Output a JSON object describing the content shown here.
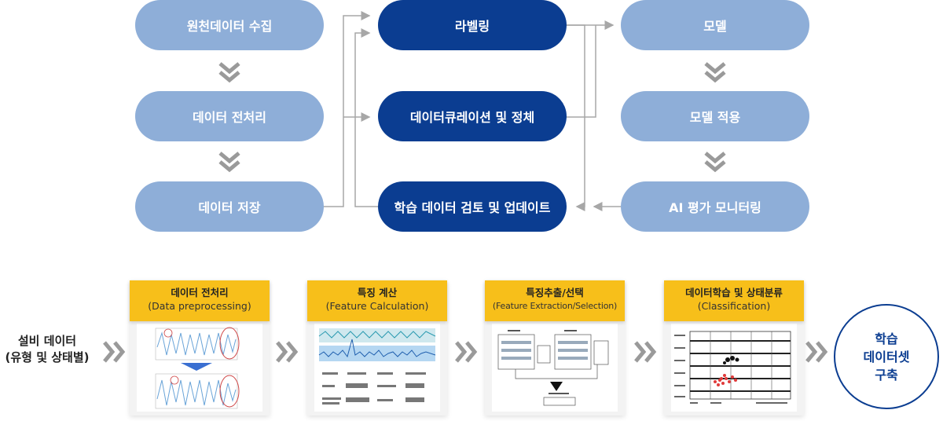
{
  "flow": {
    "col1": [
      "원천데이터 수집",
      "데이터 전처리",
      "데이터 저장"
    ],
    "col2": [
      "라벨링",
      "데이터큐레이션 및 정체",
      "학습 데이터 검토 및 업데이트"
    ],
    "col3": [
      "모델",
      "모델 적용",
      "AI 평가 모니터링"
    ]
  },
  "process": {
    "source_line1": "설비 데이터",
    "source_line2": "(유형 및 상태별)",
    "steps": [
      {
        "title": "데이터 전처리",
        "subtitle": "(Data preprocessing)"
      },
      {
        "title": "특징 계산",
        "subtitle": "(Feature Calculation)"
      },
      {
        "title": "특징추출/선택",
        "subtitle": "(Feature Extraction/Selection)"
      },
      {
        "title": "데이터학습 및 상태분류",
        "subtitle": "(Classification)"
      }
    ],
    "result_line1": "학습",
    "result_line2": "데이터셋",
    "result_line3": "구축"
  },
  "colors": {
    "light_pill": "#8eaed8",
    "dark_pill": "#0b3d91",
    "header": "#f7bf1a",
    "chevron": "#9a9a9a"
  }
}
